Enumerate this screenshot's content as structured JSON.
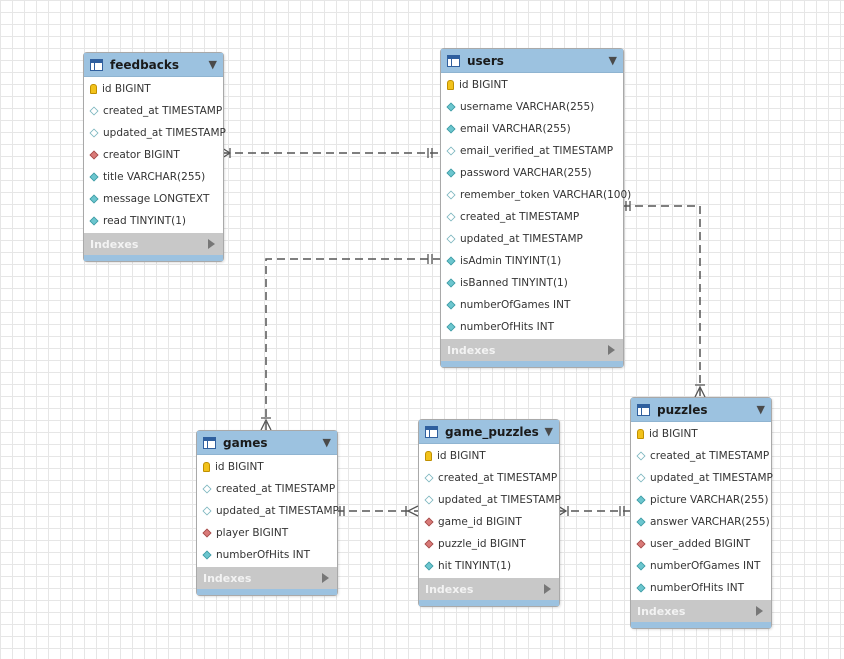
{
  "tables": {
    "feedbacks": {
      "name": "feedbacks",
      "columns": [
        {
          "text": "id BIGINT",
          "kind": "pk"
        },
        {
          "text": "created_at TIMESTAMP",
          "kind": "nullable"
        },
        {
          "text": "updated_at TIMESTAMP",
          "kind": "nullable"
        },
        {
          "text": "creator BIGINT",
          "kind": "fk"
        },
        {
          "text": "title VARCHAR(255)",
          "kind": "nn"
        },
        {
          "text": "message LONGTEXT",
          "kind": "nn"
        },
        {
          "text": "read TINYINT(1)",
          "kind": "nn"
        }
      ],
      "indexes_label": "Indexes"
    },
    "users": {
      "name": "users",
      "columns": [
        {
          "text": "id BIGINT",
          "kind": "pk"
        },
        {
          "text": "username VARCHAR(255)",
          "kind": "nn"
        },
        {
          "text": "email VARCHAR(255)",
          "kind": "nn"
        },
        {
          "text": "email_verified_at TIMESTAMP",
          "kind": "nullable"
        },
        {
          "text": "password VARCHAR(255)",
          "kind": "nn"
        },
        {
          "text": "remember_token VARCHAR(100)",
          "kind": "nullable"
        },
        {
          "text": "created_at TIMESTAMP",
          "kind": "nullable"
        },
        {
          "text": "updated_at TIMESTAMP",
          "kind": "nullable"
        },
        {
          "text": "isAdmin TINYINT(1)",
          "kind": "nn"
        },
        {
          "text": "isBanned TINYINT(1)",
          "kind": "nn"
        },
        {
          "text": "numberOfGames INT",
          "kind": "nn"
        },
        {
          "text": "numberOfHits INT",
          "kind": "nn"
        }
      ],
      "indexes_label": "Indexes"
    },
    "games": {
      "name": "games",
      "columns": [
        {
          "text": "id BIGINT",
          "kind": "pk"
        },
        {
          "text": "created_at TIMESTAMP",
          "kind": "nullable"
        },
        {
          "text": "updated_at TIMESTAMP",
          "kind": "nullable"
        },
        {
          "text": "player BIGINT",
          "kind": "fk"
        },
        {
          "text": "numberOfHits INT",
          "kind": "nn"
        }
      ],
      "indexes_label": "Indexes"
    },
    "game_puzzles": {
      "name": "game_puzzles",
      "columns": [
        {
          "text": "id BIGINT",
          "kind": "pk"
        },
        {
          "text": "created_at TIMESTAMP",
          "kind": "nullable"
        },
        {
          "text": "updated_at TIMESTAMP",
          "kind": "nullable"
        },
        {
          "text": "game_id BIGINT",
          "kind": "fk"
        },
        {
          "text": "puzzle_id BIGINT",
          "kind": "fk"
        },
        {
          "text": "hit TINYINT(1)",
          "kind": "nn"
        }
      ],
      "indexes_label": "Indexes"
    },
    "puzzles": {
      "name": "puzzles",
      "columns": [
        {
          "text": "id BIGINT",
          "kind": "pk"
        },
        {
          "text": "created_at TIMESTAMP",
          "kind": "nullable"
        },
        {
          "text": "updated_at TIMESTAMP",
          "kind": "nullable"
        },
        {
          "text": "picture VARCHAR(255)",
          "kind": "nn"
        },
        {
          "text": "answer VARCHAR(255)",
          "kind": "nn"
        },
        {
          "text": "user_added BIGINT",
          "kind": "fk"
        },
        {
          "text": "numberOfGames INT",
          "kind": "nn"
        },
        {
          "text": "numberOfHits INT",
          "kind": "nn"
        }
      ],
      "indexes_label": "Indexes"
    }
  },
  "colors": {
    "header": "#9cc2e0",
    "indexes_bar": "#c8c8c8",
    "connector": "#555555",
    "grid": "#e6e6e6"
  }
}
